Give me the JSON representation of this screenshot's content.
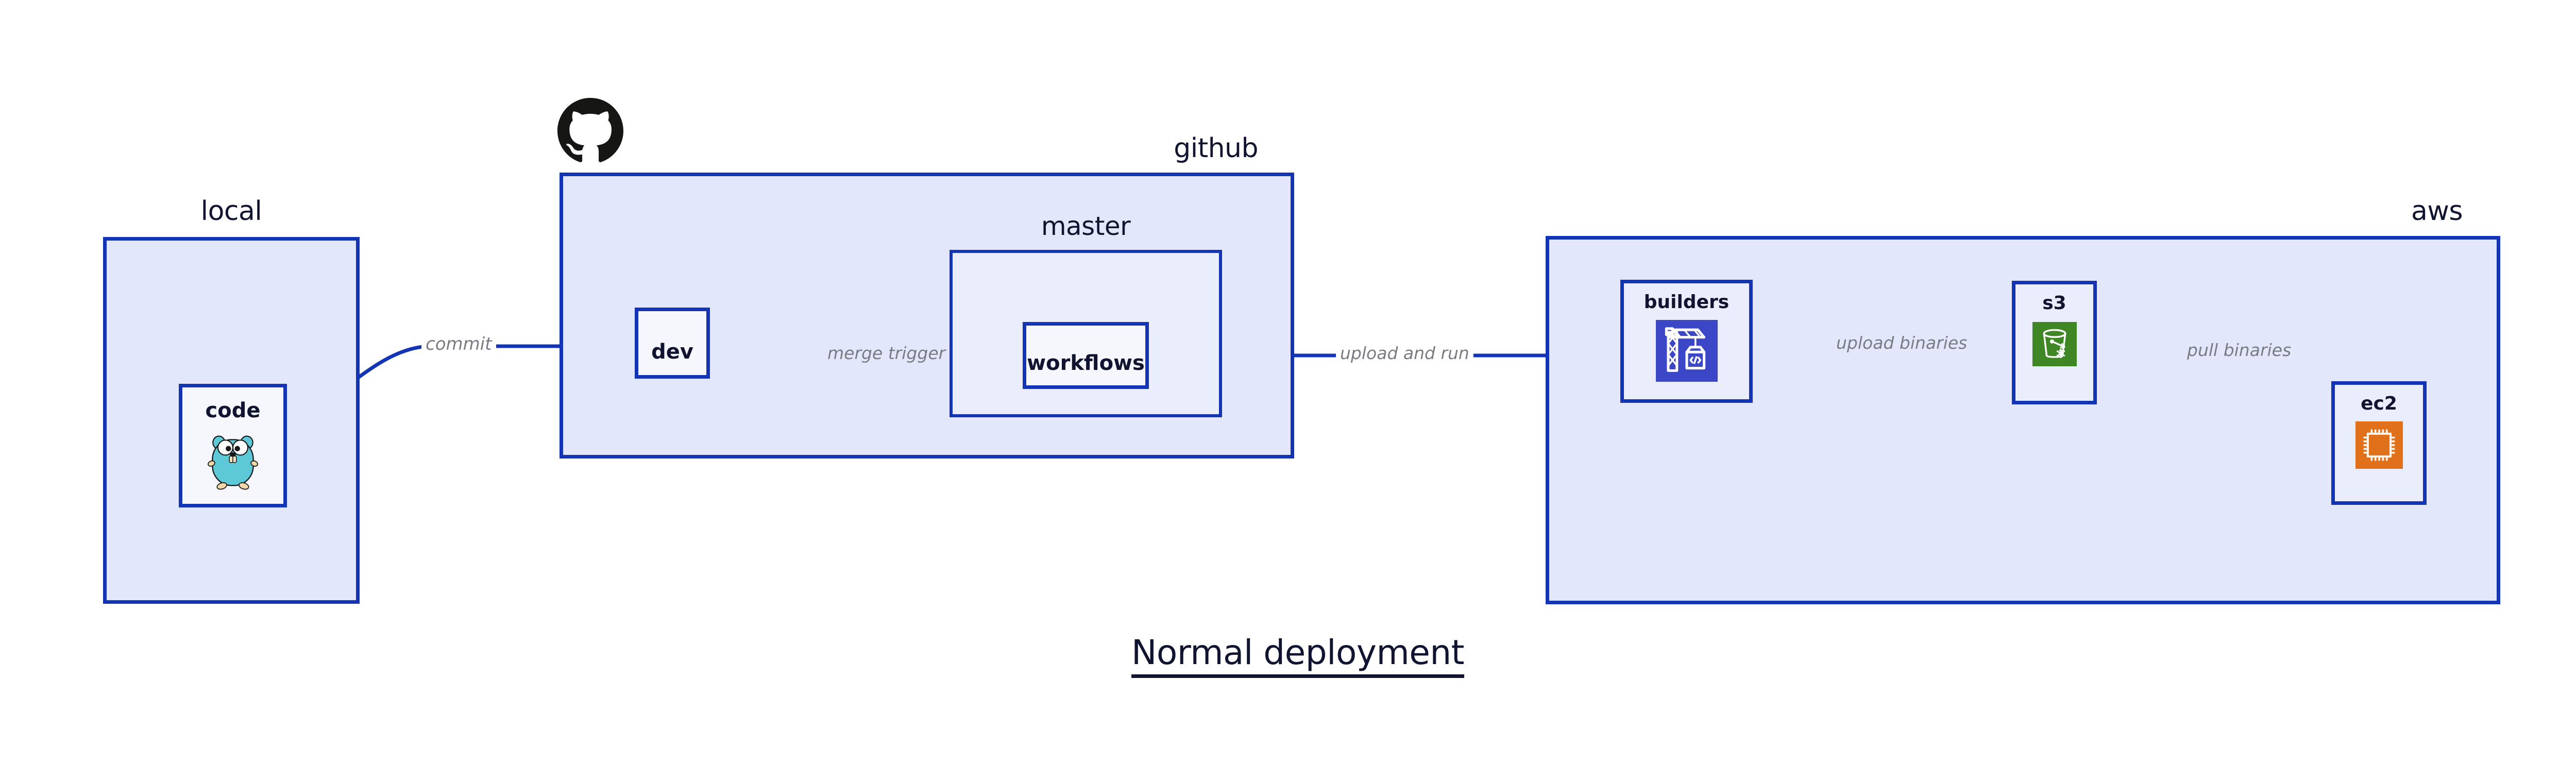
{
  "diagram": {
    "title": "Normal deployment",
    "colors": {
      "group_fill": "#e2e7fb",
      "subgroup_fill": "#e9edfc",
      "node_fill": "#e9edfc",
      "node_fill_light": "#f5f7fd",
      "stroke": "#1334b5",
      "text": "#101430",
      "edge_label": "#7b7b84",
      "codebuild_purple": "#3b47c6",
      "s3_green": "#3f8624",
      "ec2_orange": "#e0701a",
      "gopher_teal": "#5dc9d7",
      "octocat_black": "#161614"
    },
    "groups": [
      {
        "id": "local",
        "label": "local",
        "label_align": "center"
      },
      {
        "id": "github",
        "label": "github",
        "label_align": "right"
      },
      {
        "id": "master",
        "label": "master",
        "label_align": "center"
      },
      {
        "id": "aws",
        "label": "aws",
        "label_align": "right"
      }
    ],
    "nodes": [
      {
        "id": "code",
        "label": "code",
        "icon": "go-gopher-icon",
        "group": "local"
      },
      {
        "id": "dev",
        "label": "dev",
        "icon": null,
        "group": "github"
      },
      {
        "id": "workflows",
        "label": "workflows",
        "icon": null,
        "group": "master"
      },
      {
        "id": "builders",
        "label": "builders",
        "icon": "aws-codebuild-icon",
        "group": "aws"
      },
      {
        "id": "s3",
        "label": "s3",
        "icon": "aws-s3-icon",
        "group": "aws"
      },
      {
        "id": "ec2",
        "label": "ec2",
        "icon": "aws-ec2-icon",
        "group": "aws"
      }
    ],
    "edges": [
      {
        "id": "commit",
        "from": "code",
        "to": "dev",
        "label": "commit"
      },
      {
        "id": "merge-trigger",
        "from": "dev",
        "to": "workflows",
        "label": "merge trigger"
      },
      {
        "id": "upload-and-run",
        "from": "workflows",
        "to": "builders",
        "label": "upload and run"
      },
      {
        "id": "upload-binaries",
        "from": "builders",
        "to": "s3",
        "label": "upload binaries"
      },
      {
        "id": "pull-binaries",
        "from": "s3",
        "to": "ec2",
        "label": "pull binaries"
      }
    ],
    "branding": {
      "github_logo": "github-octocat-icon"
    }
  }
}
